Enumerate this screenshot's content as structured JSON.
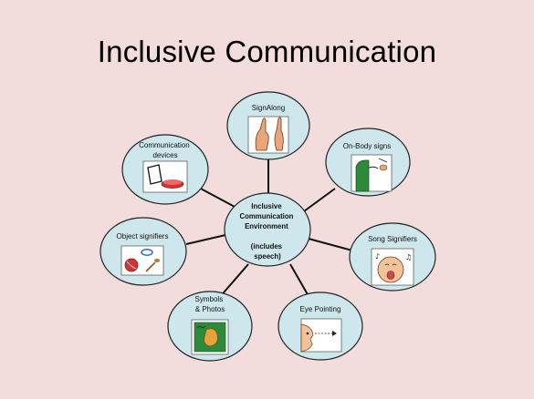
{
  "slide": {
    "title": "Inclusive Communication"
  },
  "hub": {
    "lines": [
      "Inclusive",
      "Communication",
      "Environment",
      "",
      "(includes",
      "speech)"
    ]
  },
  "nodes": [
    {
      "id": "signalong",
      "lines": [
        "SignAlong"
      ],
      "icon": "signing-hands-icon"
    },
    {
      "id": "on-body-signs",
      "lines": [
        "On-Body signs"
      ],
      "icon": "on-body-sign-icon"
    },
    {
      "id": "song-signifiers",
      "lines": [
        "Song Signifiers"
      ],
      "icon": "singing-face-icon"
    },
    {
      "id": "eye-pointing",
      "lines": [
        "Eye Pointing"
      ],
      "icon": "eye-pointing-icon"
    },
    {
      "id": "symbols-photos",
      "lines": [
        "Symbols",
        "& Photos"
      ],
      "icon": "symbol-card-icon"
    },
    {
      "id": "object-signifiers",
      "lines": [
        "Object signifiers"
      ],
      "icon": "objects-icon"
    },
    {
      "id": "communication-devices",
      "lines": [
        "Communication",
        "devices"
      ],
      "icon": "communication-device-icon"
    }
  ],
  "colors": {
    "background": "#f2dcdc",
    "bubble_fill": "#cde7ec",
    "bubble_stroke": "#222222",
    "connector": "#111111"
  }
}
